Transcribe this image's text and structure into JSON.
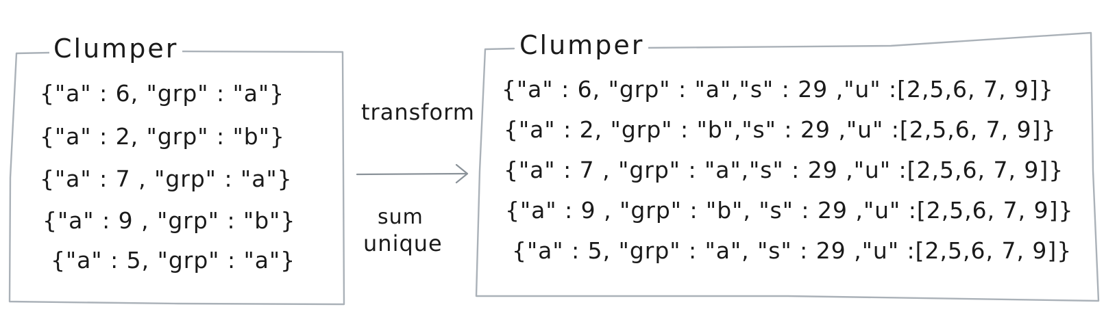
{
  "input_panel": {
    "title": "Clumper",
    "rows": [
      "{\"a\" : 6, \"grp\" : \"a\"}",
      "{\"a\" : 2, \"grp\" : \"b\"}",
      "{\"a\" : 7 , \"grp\" : \"a\"}",
      "{\"a\" : 9 , \"grp\" : \"b\"}",
      "{\"a\" : 5, \"grp\" : \"a\"}"
    ]
  },
  "operation": {
    "verb": "transform",
    "args": [
      "sum",
      "unique"
    ]
  },
  "output_panel": {
    "title": "Clumper",
    "rows": [
      "{\"a\" : 6, \"grp\" : \"a\",\"s\" : 29 ,\"u\" :[2,5,6, 7, 9]}",
      "{\"a\" : 2, \"grp\" : \"b\",\"s\" : 29 ,\"u\" :[2,5,6, 7, 9]}",
      "{\"a\" : 7 , \"grp\" : \"a\",\"s\" : 29 ,\"u\" :[2,5,6, 7, 9]}",
      "{\"a\" : 9 , \"grp\" : \"b\", \"s\" : 29 ,\"u\" :[2,5,6, 7, 9]}",
      "{\"a\" : 5, \"grp\" : \"a\", \"s\" : 29 ,\"u\" :[2,5,6, 7, 9]}"
    ]
  },
  "colors": {
    "ink": "#1a1a1a",
    "box_stroke": "#aab1b8",
    "arrow_stroke": "#8a9299",
    "background": "#ffffff"
  }
}
